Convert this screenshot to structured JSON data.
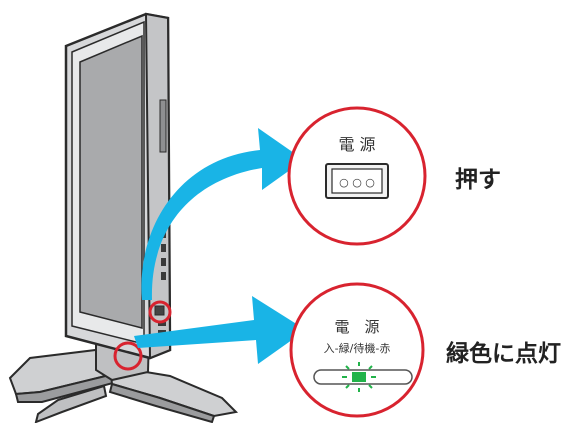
{
  "colors": {
    "arrow": "#19b4e6",
    "highlight_ring": "#d8232f",
    "led_green": "#22b34a",
    "tv_body": "#cfd0d2",
    "tv_outline": "#2b2b2b",
    "screen": "#a9aaac"
  },
  "icons": {
    "power_button": "power-button-icon",
    "indicator_led": "green-led-icon"
  },
  "power_panel": {
    "label": "電 源",
    "button_dots": "○ ○ ○",
    "action_text": "押す"
  },
  "indicator_panel": {
    "label": "電　源",
    "sublabel": "入-緑/待機-赤",
    "result_text": "緑色に点灯"
  }
}
